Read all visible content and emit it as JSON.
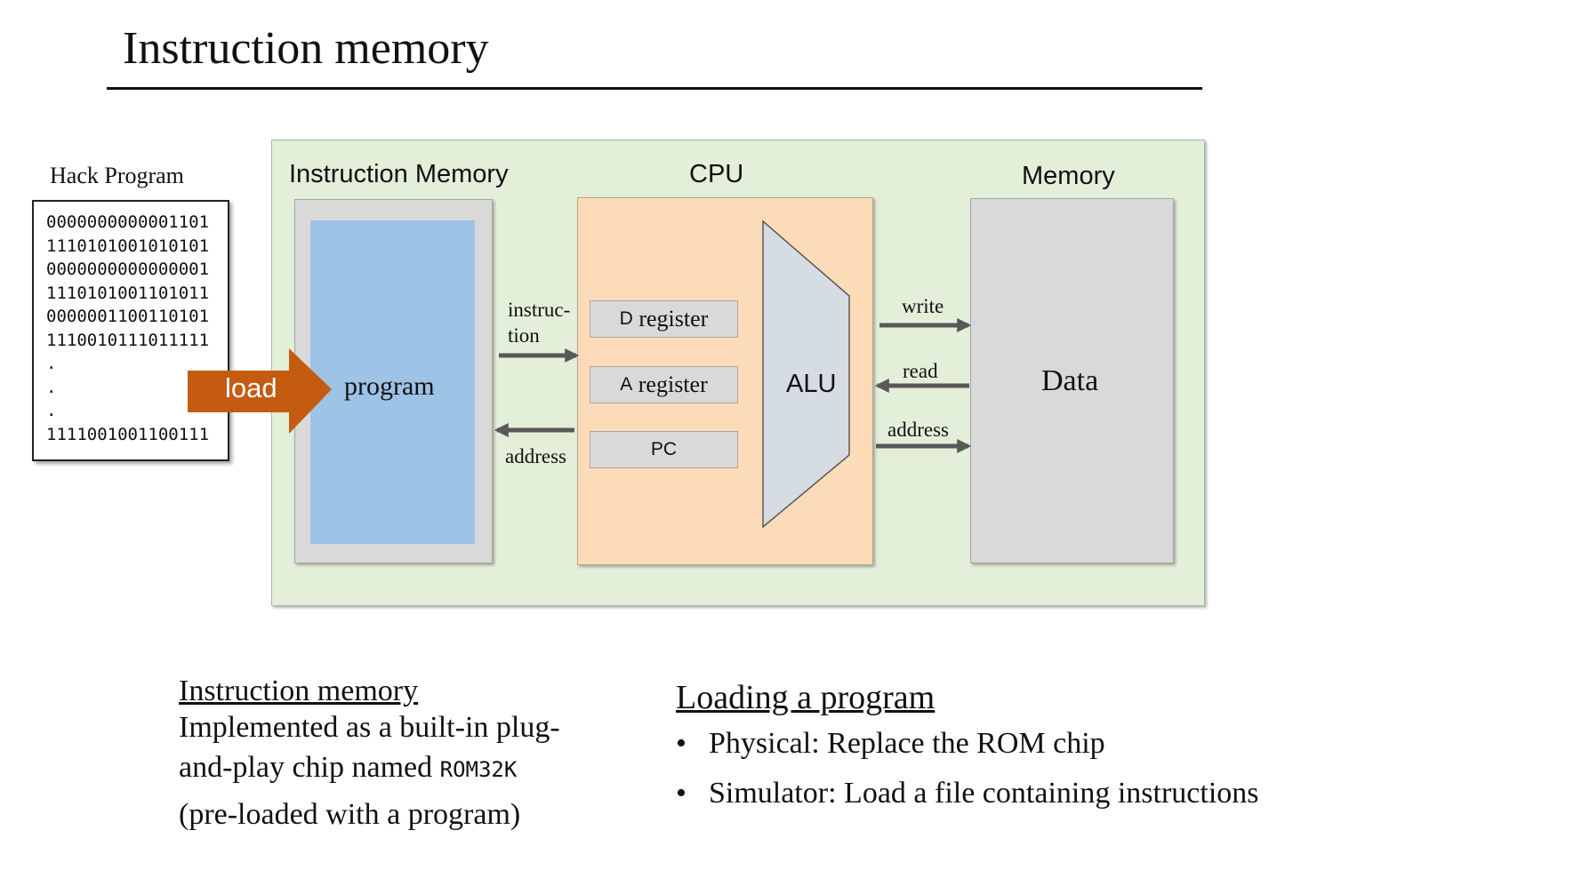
{
  "title": "Instruction memory",
  "hack_program": {
    "label": "Hack Program",
    "lines": [
      "0000000000001101",
      "1110101001010101",
      "0000000000000001",
      "1110101001101011",
      "0000001100110101",
      "1110010111011111",
      ".",
      ".",
      ".",
      "1111001001100111"
    ]
  },
  "load_label": "load",
  "diagram": {
    "instruction_memory_label": "Instruction Memory",
    "program_label": "program",
    "cpu_label": "CPU",
    "registers": [
      {
        "prefix": "D",
        "rest": " register"
      },
      {
        "prefix": "A",
        "rest": " register"
      },
      {
        "prefix": "PC",
        "rest": ""
      }
    ],
    "alu_label": "ALU",
    "memory_label": "Memory",
    "data_label": "Data",
    "instruction_line1": "instruc-",
    "instruction_line2": "tion",
    "address_left": "address",
    "write": "write",
    "read": "read",
    "address_right": "address"
  },
  "colors": {
    "panel_green": "#e3efd9",
    "program_blue": "#9dc3e6",
    "cpu_orange": "#fcdcb8",
    "load_arrow": "#c55a11",
    "box_gray": "#d9d9d9",
    "arrow_gray": "#595959"
  },
  "notes_left": {
    "heading": "Instruction memory",
    "line1": "Implemented as a built-in plug-",
    "line2_text": "and-play chip named ",
    "line2_code": "ROM32K",
    "line3": "(pre-loaded with a program)"
  },
  "notes_right": {
    "heading": "Loading a program",
    "bullets": [
      "Physical: Replace the ROM chip",
      "Simulator: Load a file containing instructions"
    ]
  }
}
